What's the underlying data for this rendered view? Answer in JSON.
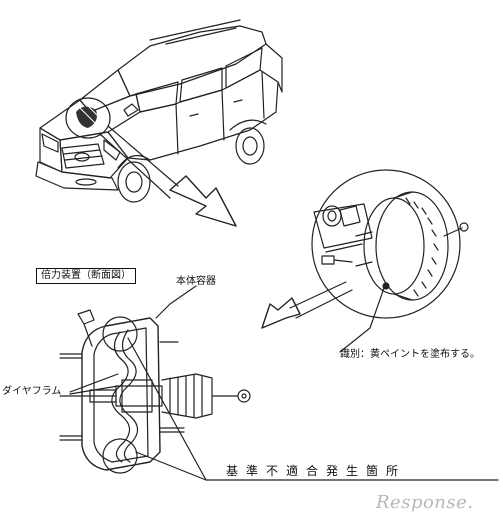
{
  "labels": {
    "booster_title": "倍力装置（断面図）",
    "body_container": "本体容器",
    "diaphragm": "ダイヤフラム",
    "identification": "識別：黄ペイントを塗布する。",
    "nonconformity": "基準不適合発生箇所"
  },
  "watermark": "Response."
}
